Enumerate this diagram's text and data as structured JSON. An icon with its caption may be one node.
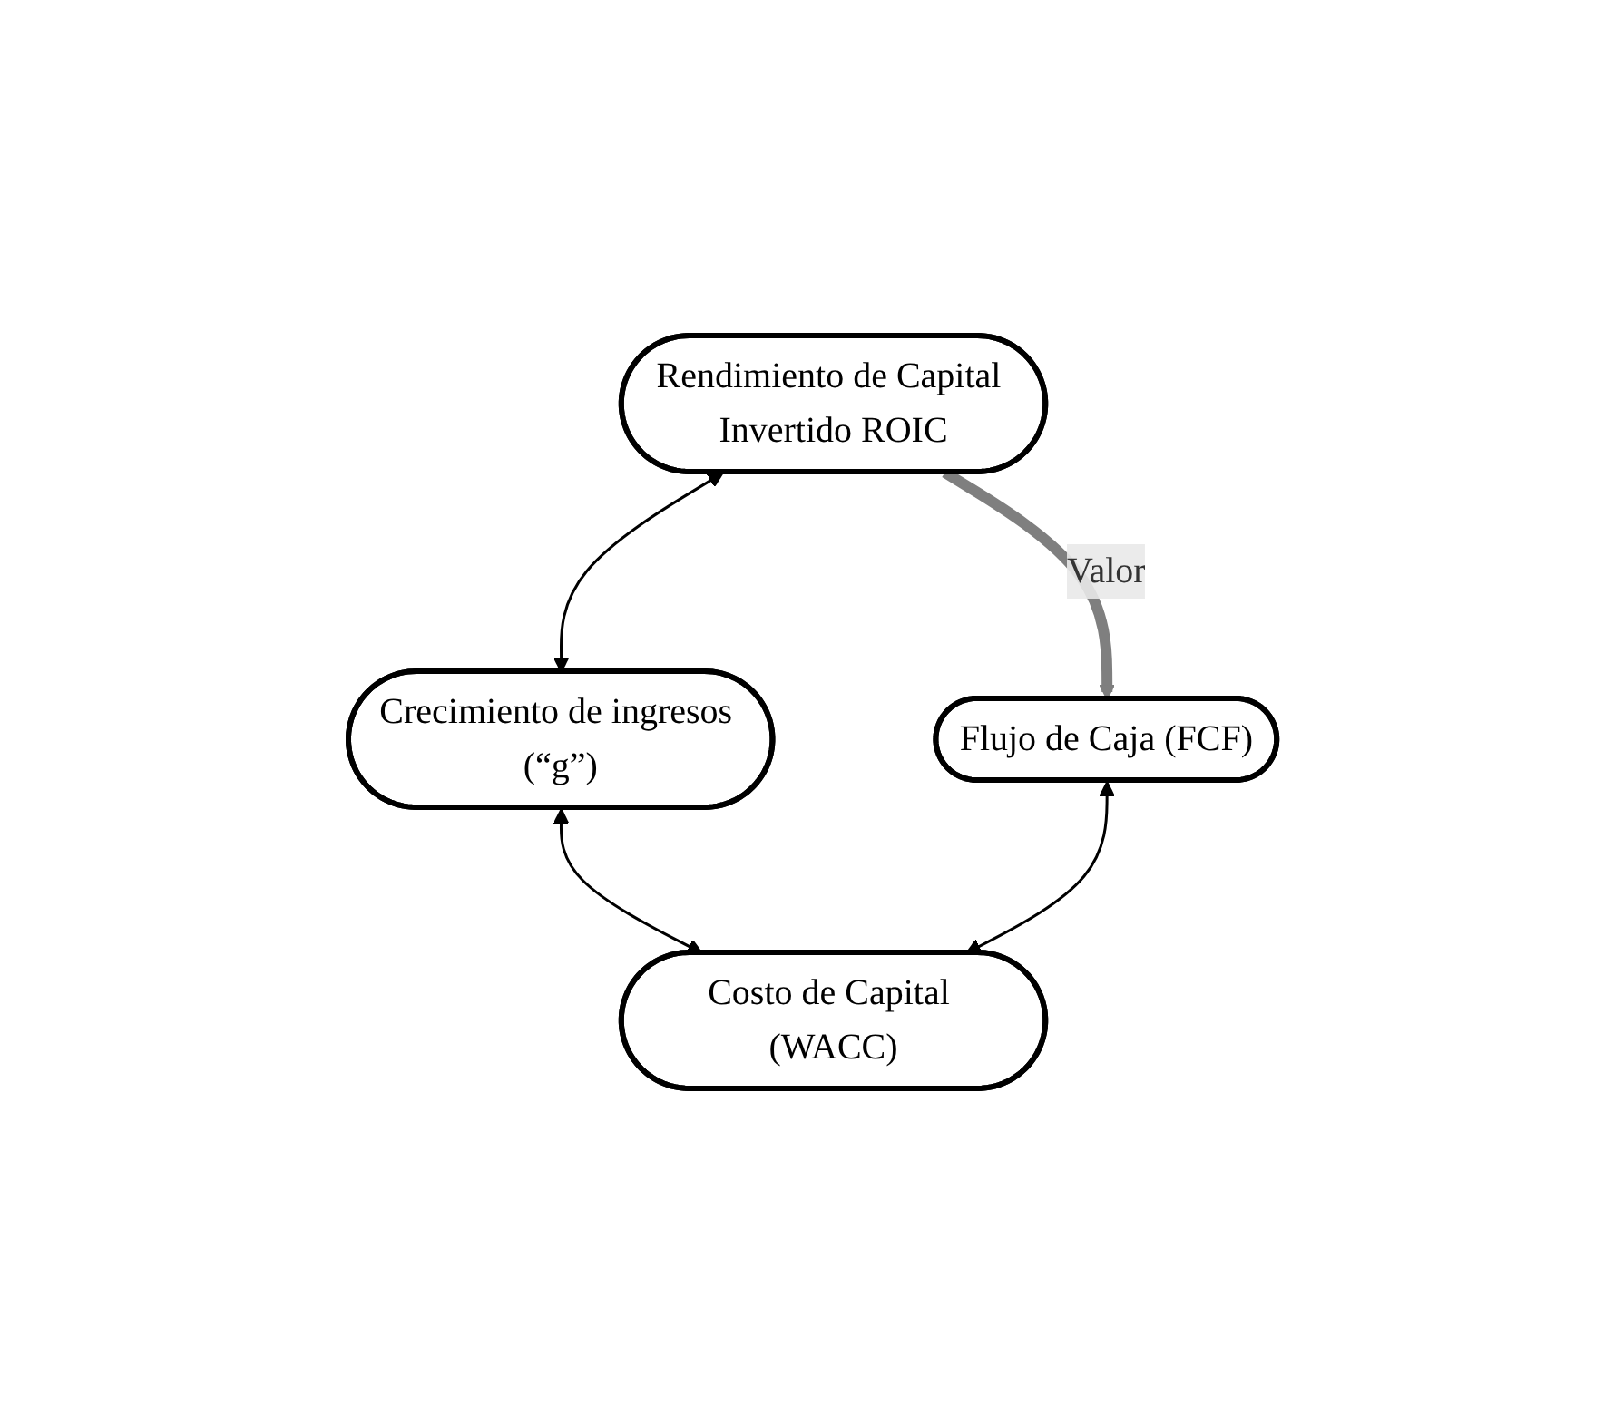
{
  "diagram": {
    "nodes": [
      {
        "text": [
          "Rendimiento de Capital Invertido ROIC"
        ]
      },
      {
        "text": [
          "Flujo de Caja (FCF)"
        ]
      },
      {
        "text": [
          "Crecimiento de ingresos (“g”)"
        ]
      },
      {
        "text": [
          "Costo de Capital (WACC)"
        ]
      }
    ],
    "edges": [
      {
        "from": 0,
        "to": 1,
        "arrow": "to",
        "label": "Valor",
        "style": "thick",
        "color": "#7f7f7f"
      },
      {
        "from": 0,
        "to": 2,
        "arrow": "both"
      },
      {
        "from": 2,
        "to": 3,
        "arrow": "both"
      },
      {
        "from": 1,
        "to": 3,
        "arrow": "both"
      }
    ]
  }
}
